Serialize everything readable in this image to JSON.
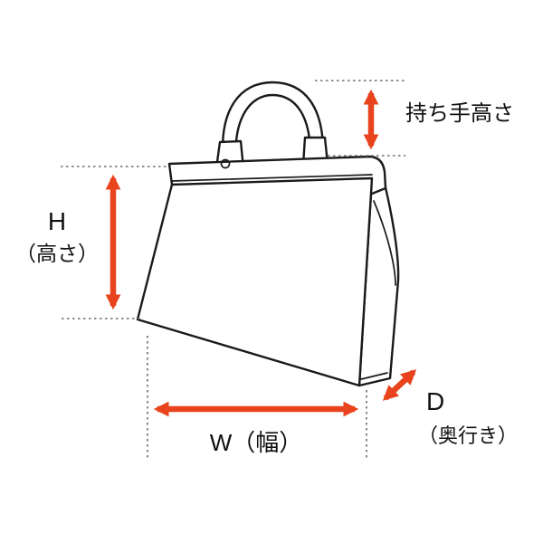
{
  "diagram": {
    "accent_color": "#e8431c",
    "labels": {
      "handle_height": "持ち手高さ",
      "height_letter": "H",
      "height_paren": "（高さ）",
      "width": "W（幅）",
      "depth_letter": "D",
      "depth_paren": "（奥行き）"
    }
  }
}
